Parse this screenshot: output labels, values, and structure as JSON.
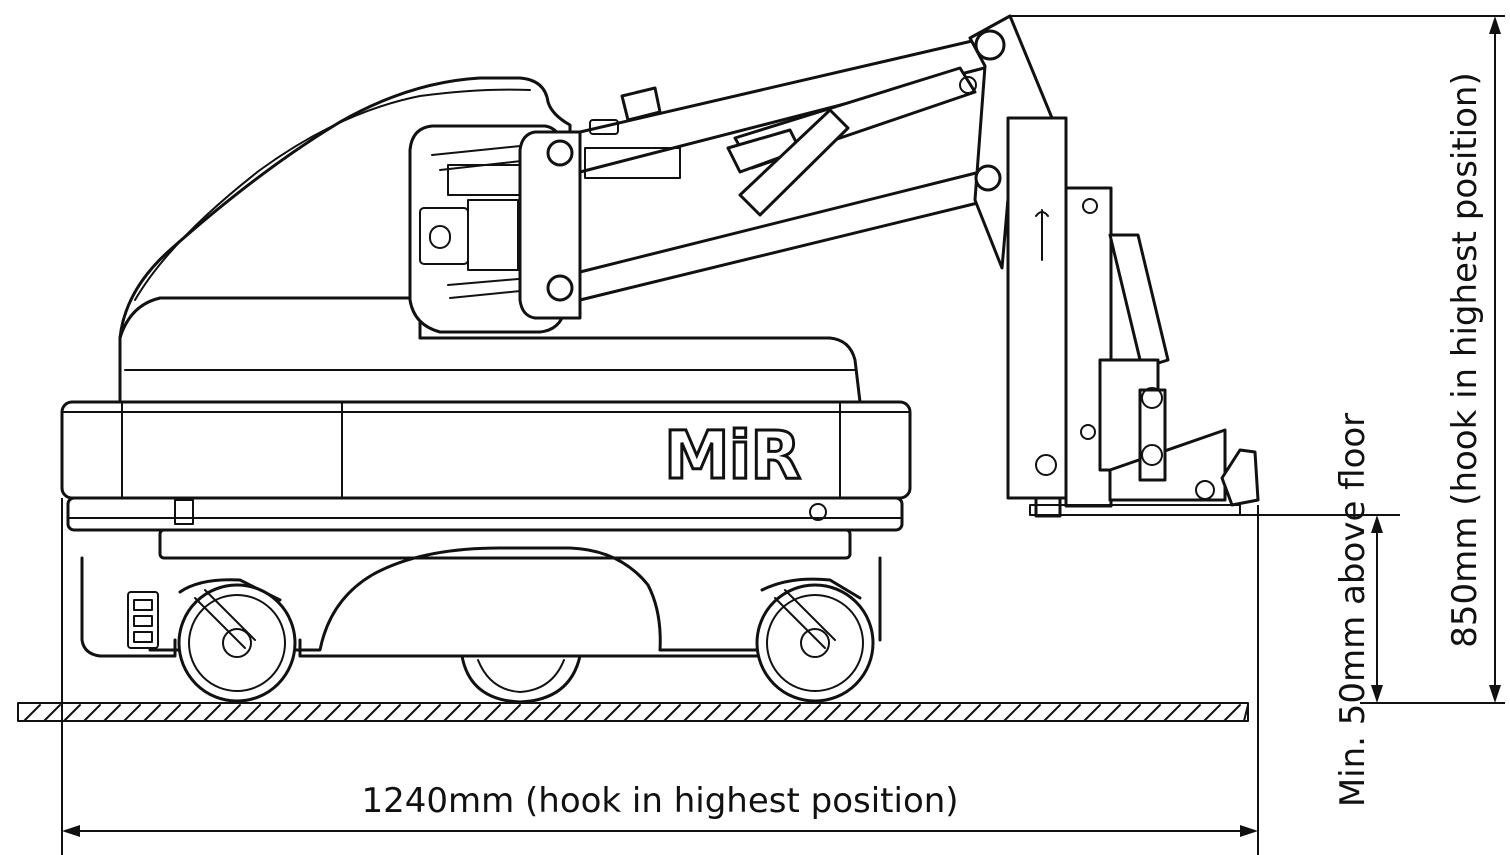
{
  "logo": {
    "text": "MiR"
  },
  "dimensions": {
    "length_label": "1240mm (hook in highest position)",
    "height_label": "850mm (hook in highest position)",
    "clearance_label": "Min. 50mm above floor"
  },
  "colors": {
    "line": "#111111",
    "background": "#ffffff"
  }
}
